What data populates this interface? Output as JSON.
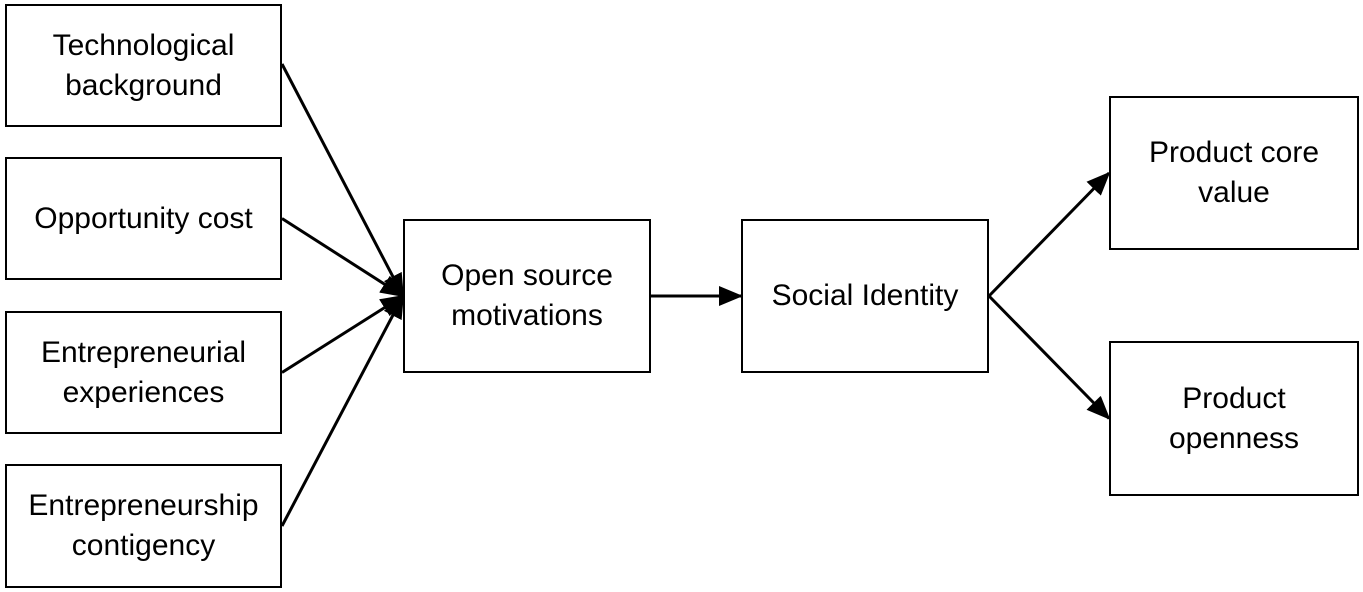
{
  "diagram": {
    "colors": {
      "stroke": "#000000",
      "box_fill": "#ffffff",
      "background": "#ffffff"
    },
    "nodes": [
      {
        "id": "tech",
        "lines": [
          "Technological",
          "background"
        ]
      },
      {
        "id": "opp",
        "lines": [
          "Opportunity cost"
        ]
      },
      {
        "id": "exp",
        "lines": [
          "Entrepreneurial",
          "experiences"
        ]
      },
      {
        "id": "cont",
        "lines": [
          "Entrepreneurship",
          "contigency"
        ]
      },
      {
        "id": "open",
        "lines": [
          "Open source",
          "motivations"
        ]
      },
      {
        "id": "social",
        "lines": [
          "Social Identity"
        ]
      },
      {
        "id": "core",
        "lines": [
          "Product core",
          "value"
        ]
      },
      {
        "id": "openness",
        "lines": [
          "Product",
          "openness"
        ]
      }
    ],
    "edges": [
      {
        "from": "tech",
        "to": "open"
      },
      {
        "from": "opp",
        "to": "open"
      },
      {
        "from": "exp",
        "to": "open"
      },
      {
        "from": "cont",
        "to": "open"
      },
      {
        "from": "open",
        "to": "social"
      },
      {
        "from": "social",
        "to": "core"
      },
      {
        "from": "social",
        "to": "openness"
      }
    ]
  }
}
